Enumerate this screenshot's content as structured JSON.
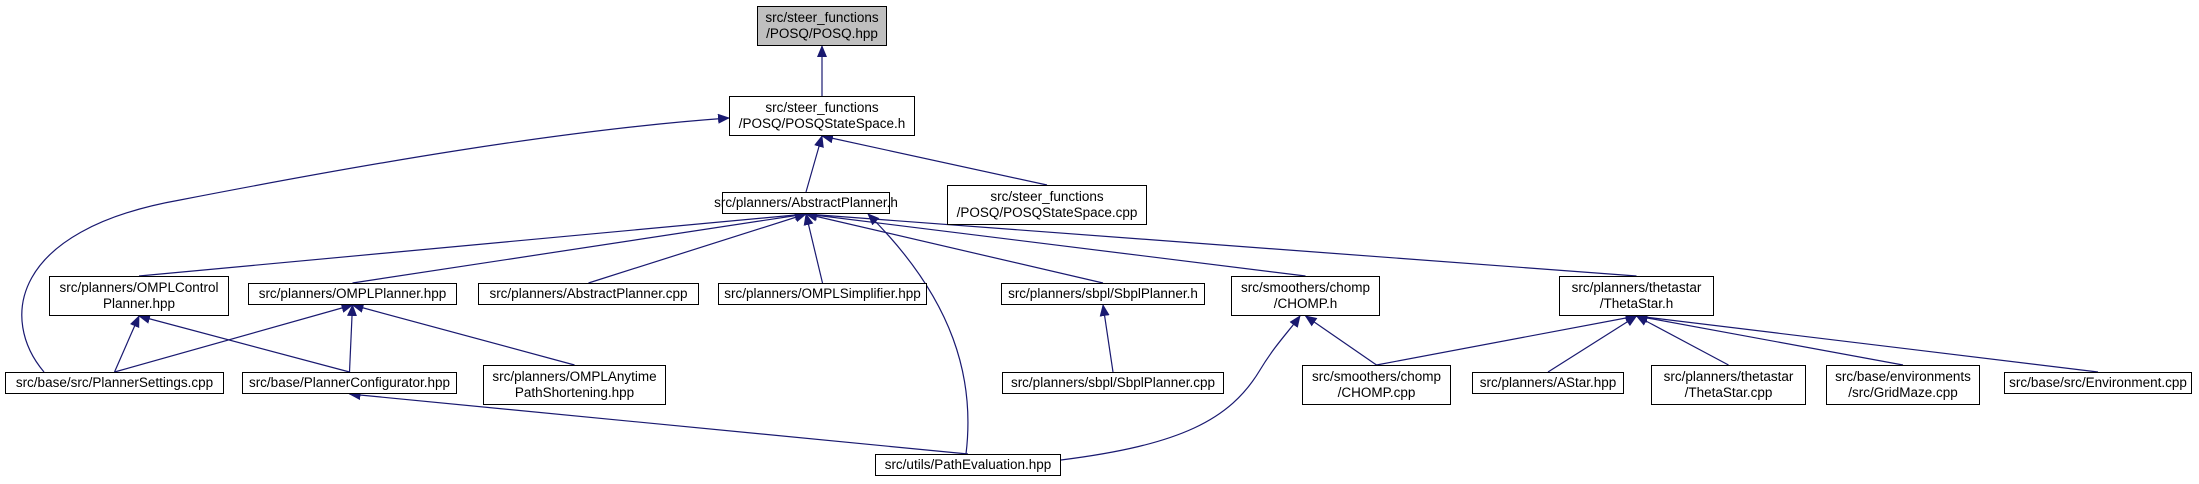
{
  "colors": {
    "edge": "#191970",
    "root_fill": "#bfbfbf",
    "node_fill": "#ffffff",
    "border": "#000000"
  },
  "nodes": {
    "posq_hpp": {
      "lines": [
        "src/steer_functions",
        "/POSQ/POSQ.hpp"
      ]
    },
    "posq_statespace_h": {
      "lines": [
        "src/steer_functions",
        "/POSQ/POSQStateSpace.h"
      ]
    },
    "abstract_planner_h": {
      "lines": [
        "src/planners/AbstractPlanner.h"
      ]
    },
    "posq_statespace_cpp": {
      "lines": [
        "src/steer_functions",
        "/POSQ/POSQStateSpace.cpp"
      ]
    },
    "ompl_control_planner_hpp": {
      "lines": [
        "src/planners/OMPLControl",
        "Planner.hpp"
      ]
    },
    "ompl_planner_hpp": {
      "lines": [
        "src/planners/OMPLPlanner.hpp"
      ]
    },
    "abstract_planner_cpp": {
      "lines": [
        "src/planners/AbstractPlanner.cpp"
      ]
    },
    "ompl_simplifier_hpp": {
      "lines": [
        "src/planners/OMPLSimplifier.hpp"
      ]
    },
    "sbpl_planner_h": {
      "lines": [
        "src/planners/sbpl/SbplPlanner.h"
      ]
    },
    "chomp_h": {
      "lines": [
        "src/smoothers/chomp",
        "/CHOMP.h"
      ]
    },
    "thetastar_h": {
      "lines": [
        "src/planners/thetastar",
        "/ThetaStar.h"
      ]
    },
    "planner_settings_cpp": {
      "lines": [
        "src/base/src/PlannerSettings.cpp"
      ]
    },
    "planner_configurator_hpp": {
      "lines": [
        "src/base/PlannerConfigurator.hpp"
      ]
    },
    "ompl_anytime_hpp": {
      "lines": [
        "src/planners/OMPLAnytime",
        "PathShortening.hpp"
      ]
    },
    "sbpl_planner_cpp": {
      "lines": [
        "src/planners/sbpl/SbplPlanner.cpp"
      ]
    },
    "chomp_cpp": {
      "lines": [
        "src/smoothers/chomp",
        "/CHOMP.cpp"
      ]
    },
    "astar_hpp": {
      "lines": [
        "src/planners/AStar.hpp"
      ]
    },
    "thetastar_cpp": {
      "lines": [
        "src/planners/thetastar",
        "/ThetaStar.cpp"
      ]
    },
    "gridmaze_cpp": {
      "lines": [
        "src/base/environments",
        "/src/GridMaze.cpp"
      ]
    },
    "environment_cpp": {
      "lines": [
        "src/base/src/Environment.cpp"
      ]
    },
    "path_evaluation_hpp": {
      "lines": [
        "src/utils/PathEvaluation.hpp"
      ]
    }
  },
  "edges": [
    [
      "posq_statespace_h",
      "posq_hpp"
    ],
    [
      "abstract_planner_h",
      "posq_statespace_h"
    ],
    [
      "posq_statespace_cpp",
      "posq_statespace_h"
    ],
    [
      "planner_settings_cpp",
      "posq_statespace_h"
    ],
    [
      "ompl_control_planner_hpp",
      "abstract_planner_h"
    ],
    [
      "ompl_planner_hpp",
      "abstract_planner_h"
    ],
    [
      "abstract_planner_cpp",
      "abstract_planner_h"
    ],
    [
      "ompl_simplifier_hpp",
      "abstract_planner_h"
    ],
    [
      "sbpl_planner_h",
      "abstract_planner_h"
    ],
    [
      "chomp_h",
      "abstract_planner_h"
    ],
    [
      "thetastar_h",
      "abstract_planner_h"
    ],
    [
      "path_evaluation_hpp",
      "abstract_planner_h"
    ],
    [
      "planner_settings_cpp",
      "ompl_control_planner_hpp"
    ],
    [
      "planner_configurator_hpp",
      "ompl_control_planner_hpp"
    ],
    [
      "planner_settings_cpp",
      "ompl_planner_hpp"
    ],
    [
      "planner_configurator_hpp",
      "ompl_planner_hpp"
    ],
    [
      "ompl_anytime_hpp",
      "ompl_planner_hpp"
    ],
    [
      "sbpl_planner_cpp",
      "sbpl_planner_h"
    ],
    [
      "chomp_cpp",
      "chomp_h"
    ],
    [
      "path_evaluation_hpp",
      "chomp_h"
    ],
    [
      "chomp_cpp",
      "thetastar_h"
    ],
    [
      "astar_hpp",
      "thetastar_h"
    ],
    [
      "thetastar_cpp",
      "thetastar_h"
    ],
    [
      "gridmaze_cpp",
      "thetastar_h"
    ],
    [
      "environment_cpp",
      "thetastar_h"
    ],
    [
      "path_evaluation_hpp",
      "planner_configurator_hpp"
    ]
  ]
}
